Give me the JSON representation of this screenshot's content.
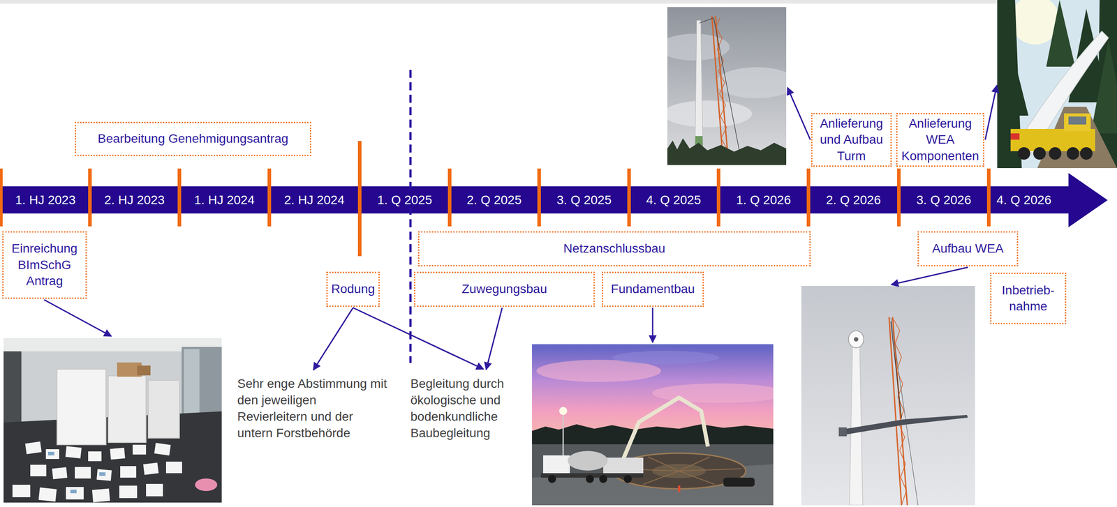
{
  "diagram": {
    "nodes": [
      {
        "text": [
          "Einreichung BImSchG Antrag"
        ]
      },
      {
        "text": [
          "Bearbeitung Genehmigungsantrag"
        ]
      },
      {
        "text": [
          "Rodung"
        ]
      },
      {
        "text": [
          "Netzanschlussbau"
        ]
      },
      {
        "text": [
          "Zuwegungsbau"
        ]
      },
      {
        "text": [
          "Fundamentbau"
        ]
      },
      {
        "text": [
          "Anlieferung und Aufbau Turm"
        ]
      },
      {
        "text": [
          "Anlieferung WEA Komponenten"
        ]
      },
      {
        "text": [
          "Aufbau WEA"
        ]
      },
      {
        "text": [
          "Inbetrieb- nahme"
        ]
      }
    ],
    "labels": [
      "1. HJ 2023",
      "2. HJ 2023",
      "1. HJ 2024",
      "2. HJ 2024",
      "1. Q 2025",
      "2. Q 2025",
      "3. Q 2025",
      "4. Q 2025",
      "1. Q 2026",
      "2. Q 2026",
      "3. Q 2026",
      "4. Q 2026",
      "Sehr enge Abstimmung mit den jeweiligen Revierleitern und der untern Forstbehörde",
      "Begleitung durch ökologische und bodenkundliche Baubegleitung"
    ]
  }
}
